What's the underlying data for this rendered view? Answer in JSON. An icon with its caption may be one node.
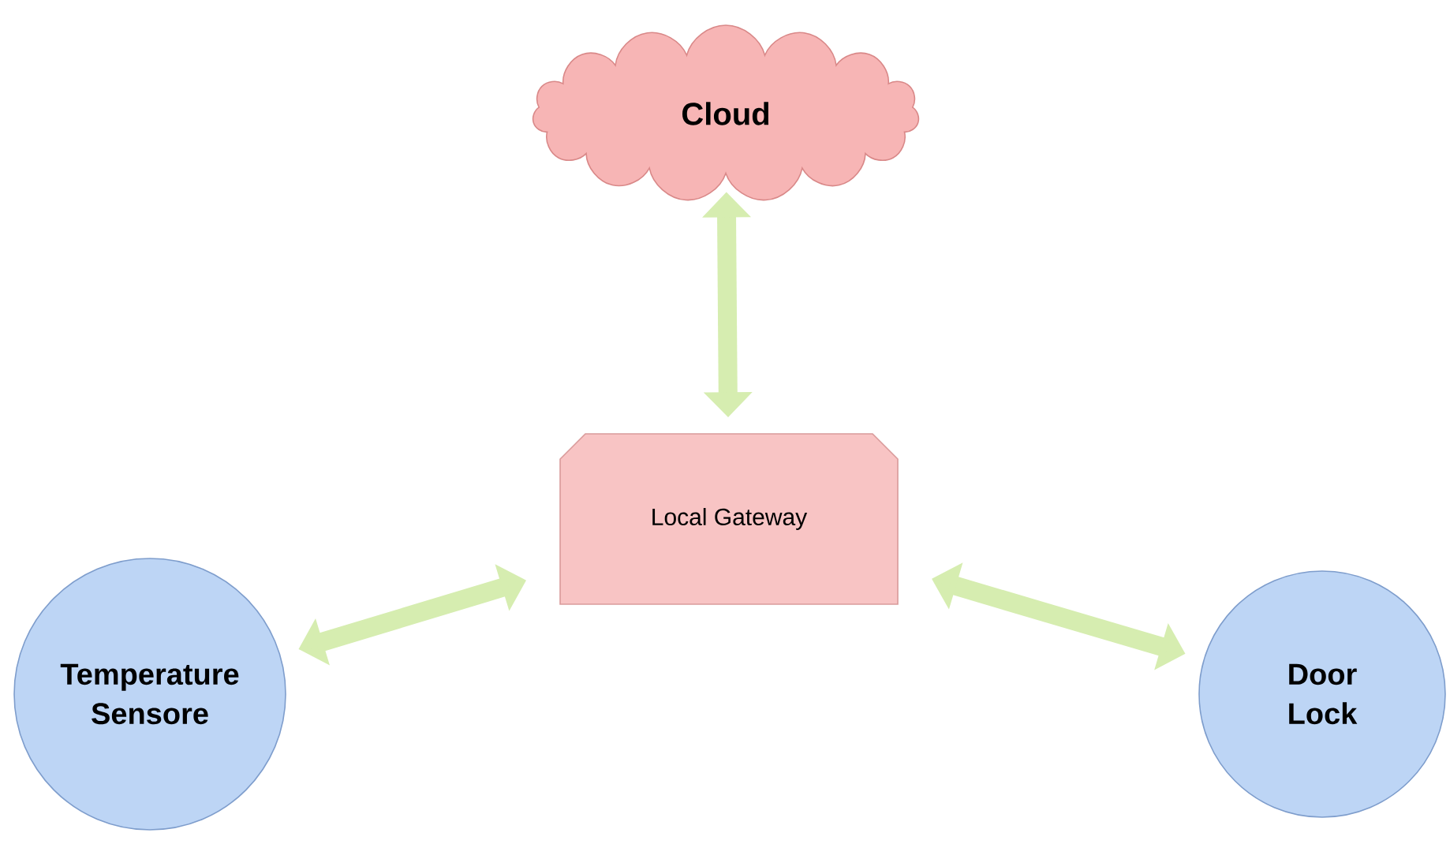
{
  "diagram": {
    "nodes": [
      {
        "text": [
          "Cloud"
        ]
      },
      {
        "text": [
          "Local Gateway"
        ]
      },
      {
        "text": [
          "Temperature Sensore"
        ]
      },
      {
        "text": [
          "Door Lock"
        ]
      }
    ],
    "edges": [
      {
        "from": 1,
        "to": 0,
        "arrow": "both"
      },
      {
        "from": 2,
        "to": 1,
        "arrow": "both"
      },
      {
        "from": 1,
        "to": 3,
        "arrow": "both"
      }
    ]
  }
}
